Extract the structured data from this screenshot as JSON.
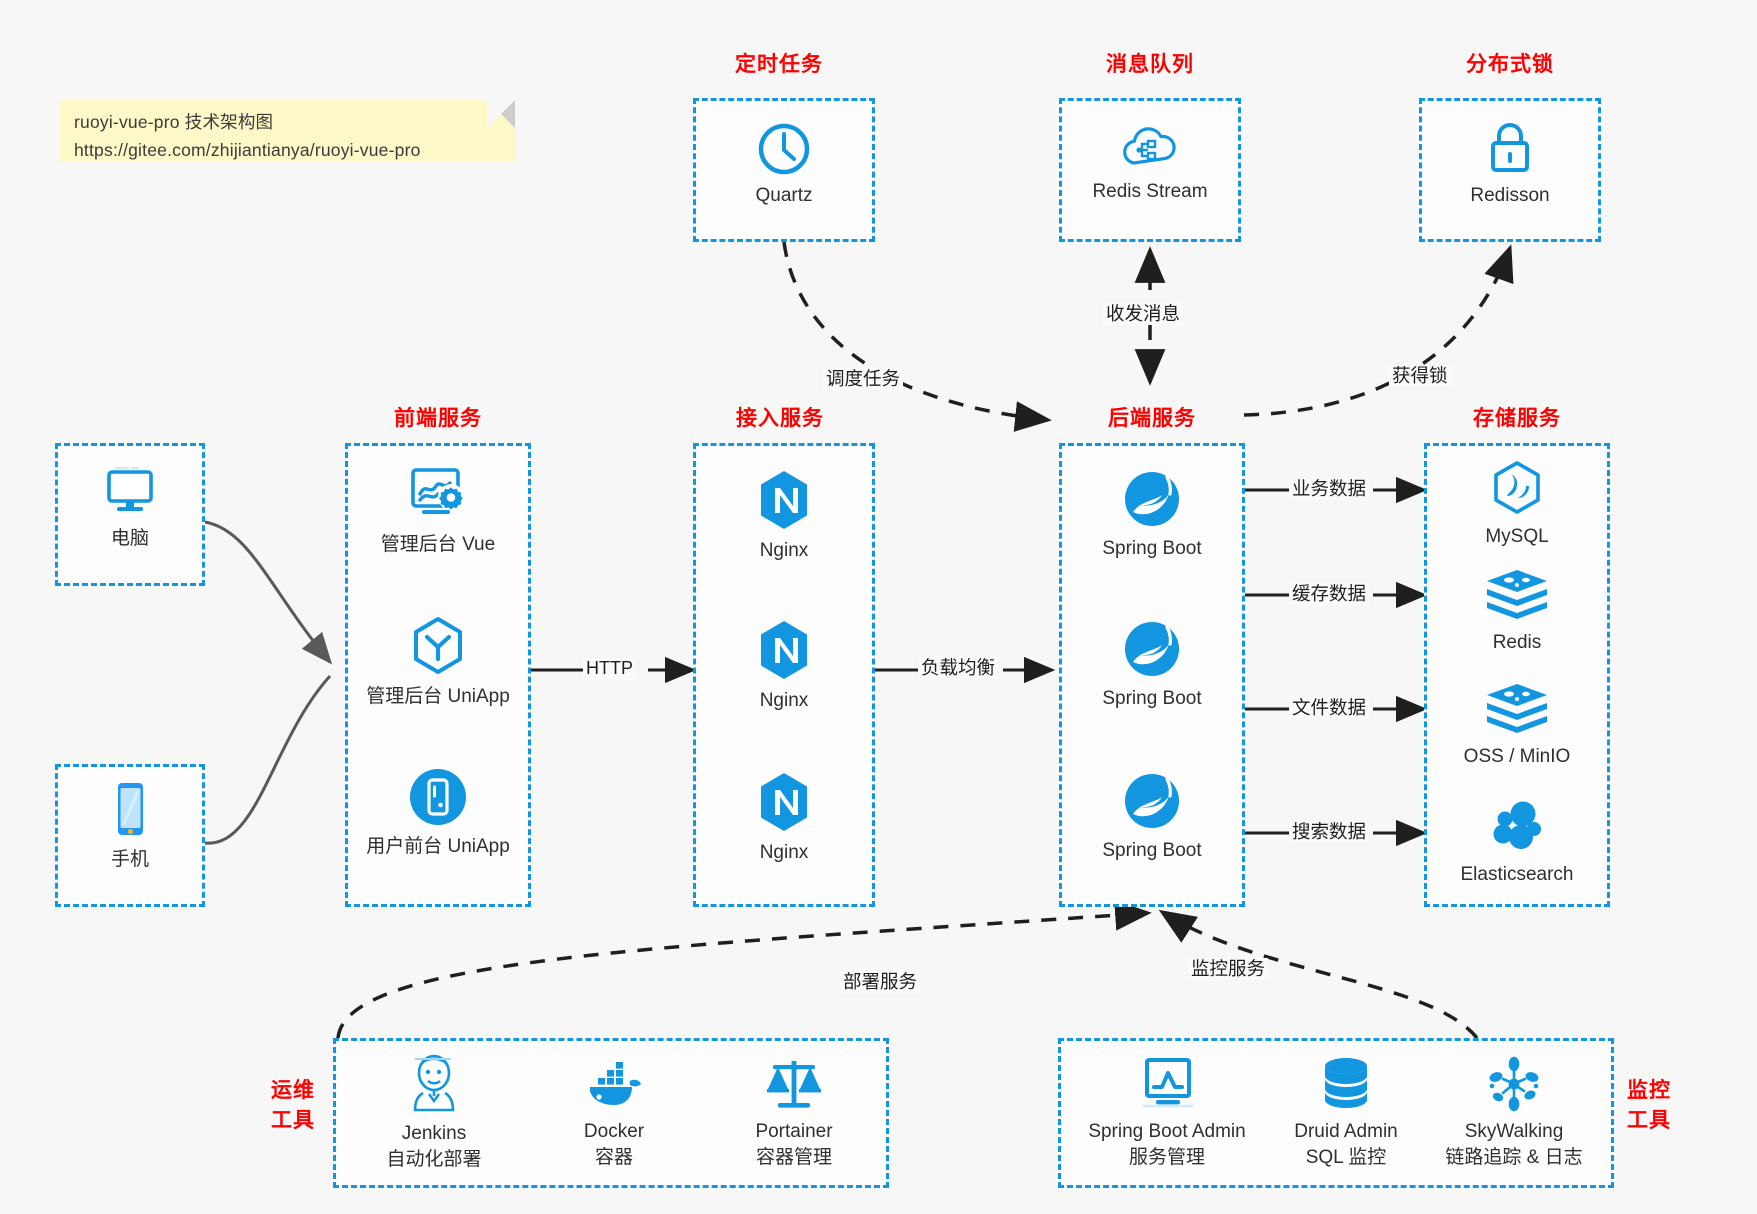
{
  "note": {
    "name": "sticky-note",
    "line1": "ruoyi-vue-pro 技术架构图",
    "line2": "https://gitee.com/zhijiantianya/ruoyi-vue-pro",
    "text": "ruoyi-vue-pro 技术架构图\nhttps://gitee.com/zhijiantianya/ruoyi-vue-pro",
    "background": "#fcf8c8"
  },
  "theme": {
    "accent_blue": "#1296e0",
    "title_red": "#ff0000",
    "canvas": "#f7f7f7",
    "edge_dark": "#1f1f1f",
    "edge_gray": "#59595b"
  },
  "groups": {
    "scheduled_task": {
      "title": "定时任务"
    },
    "message_queue": {
      "title": "消息队列"
    },
    "distributed_lock": {
      "title": "分布式锁"
    },
    "frontend": {
      "title": "前端服务"
    },
    "gateway": {
      "title": "接入服务"
    },
    "backend": {
      "title": "后端服务"
    },
    "storage": {
      "title": "存储服务"
    },
    "devops": {
      "title_line1": "运维",
      "title_line2": "工具"
    },
    "monitor": {
      "title_line1": "监控",
      "title_line2": "工具"
    }
  },
  "nodes": {
    "quartz": {
      "label": "Quartz",
      "icon": "clock-icon"
    },
    "redis_stream": {
      "label": "Redis Stream",
      "icon": "cloud-network-icon"
    },
    "redisson": {
      "label": "Redisson",
      "icon": "lock-icon"
    },
    "pc": {
      "label": "电脑",
      "icon": "desktop-icon"
    },
    "mobile": {
      "label": "手机",
      "icon": "smartphone-icon"
    },
    "admin_vue": {
      "label": "管理后台 Vue",
      "icon": "dashboard-gear-icon"
    },
    "admin_uniapp": {
      "label": "管理后台 UniApp",
      "icon": "uniapp-cube-icon"
    },
    "user_uniapp": {
      "label": "用户前台 UniApp",
      "icon": "mobile-app-icon"
    },
    "nginx1": {
      "label": "Nginx",
      "icon": "nginx-icon"
    },
    "nginx2": {
      "label": "Nginx",
      "icon": "nginx-icon"
    },
    "nginx3": {
      "label": "Nginx",
      "icon": "nginx-icon"
    },
    "springboot1": {
      "label": "Spring Boot",
      "icon": "spring-boot-icon"
    },
    "springboot2": {
      "label": "Spring Boot",
      "icon": "spring-boot-icon"
    },
    "springboot3": {
      "label": "Spring Boot",
      "icon": "spring-boot-icon"
    },
    "mysql": {
      "label": "MySQL",
      "icon": "mysql-icon"
    },
    "redis": {
      "label": "Redis",
      "icon": "redis-icon"
    },
    "oss_minio": {
      "label": "OSS / MinIO",
      "icon": "oss-minio-icon"
    },
    "elasticsearch": {
      "label": "Elasticsearch",
      "icon": "elasticsearch-icon"
    },
    "jenkins": {
      "label": "Jenkins",
      "sub": "自动化部署",
      "icon": "jenkins-icon"
    },
    "docker": {
      "label": "Docker",
      "sub": "容器",
      "icon": "docker-icon"
    },
    "portainer": {
      "label": "Portainer",
      "sub": "容器管理",
      "icon": "portainer-scales-icon"
    },
    "spring_boot_admin": {
      "label": "Spring Boot Admin",
      "sub": "服务管理",
      "icon": "monitor-chart-icon"
    },
    "druid_admin": {
      "label": "Druid Admin",
      "sub": "SQL 监控",
      "icon": "database-icon"
    },
    "skywalking": {
      "label": "SkyWalking",
      "sub": "链路追踪 & 日志",
      "icon": "skywalking-icon"
    }
  },
  "edges": {
    "http": "HTTP",
    "load_balance": "负载均衡",
    "schedule_task": "调度任务",
    "send_receive_message": "收发消息",
    "acquire_lock": "获得锁",
    "business_data": "业务数据",
    "cache_data": "缓存数据",
    "file_data": "文件数据",
    "search_data": "搜索数据",
    "deploy_service": "部署服务",
    "monitor_service": "监控服务"
  }
}
